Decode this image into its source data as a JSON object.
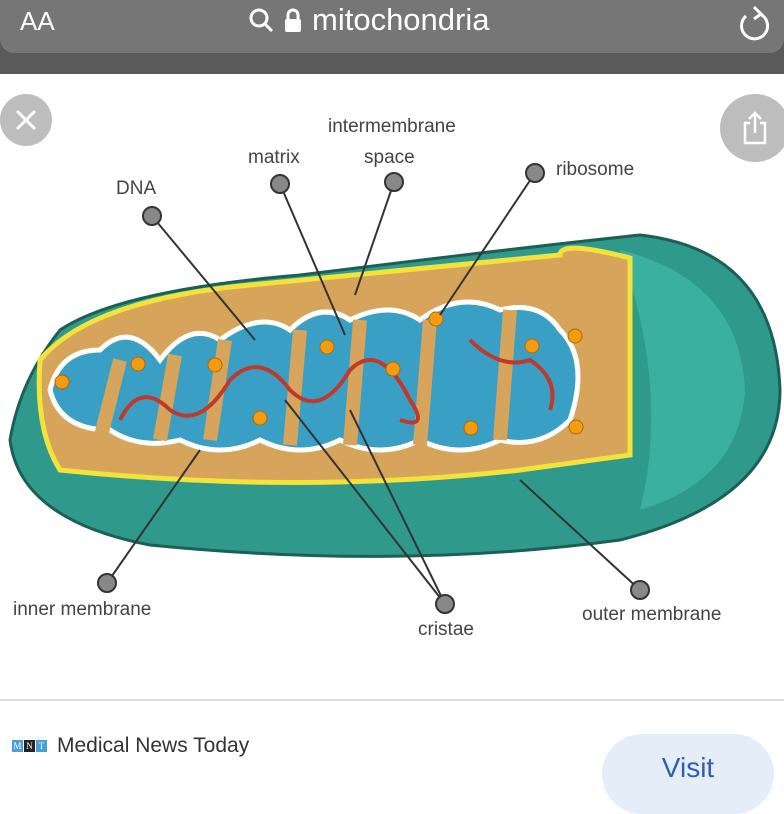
{
  "browser": {
    "text_size_label": "AA",
    "url": "mitochondria"
  },
  "diagram": {
    "labels": {
      "intermembrane_1": "intermembrane",
      "intermembrane_2": "space",
      "matrix": "matrix",
      "dna": "DNA",
      "ribosome": "ribosome",
      "inner_membrane": "inner membrane",
      "cristae": "cristae",
      "outer_membrane": "outer membrane"
    },
    "colors": {
      "outer": "#2f9a8c",
      "inner_dark": "#1f7d72",
      "membrane": "#f2e23a",
      "matrix": "#3a9fc4",
      "tan": "#d6a45a",
      "dna": "#c0392b",
      "ribosome": "#f39c12"
    }
  },
  "footer": {
    "logo_letters": [
      "M",
      "N",
      "T"
    ],
    "source": "Medical News Today",
    "visit_label": "Visit"
  }
}
